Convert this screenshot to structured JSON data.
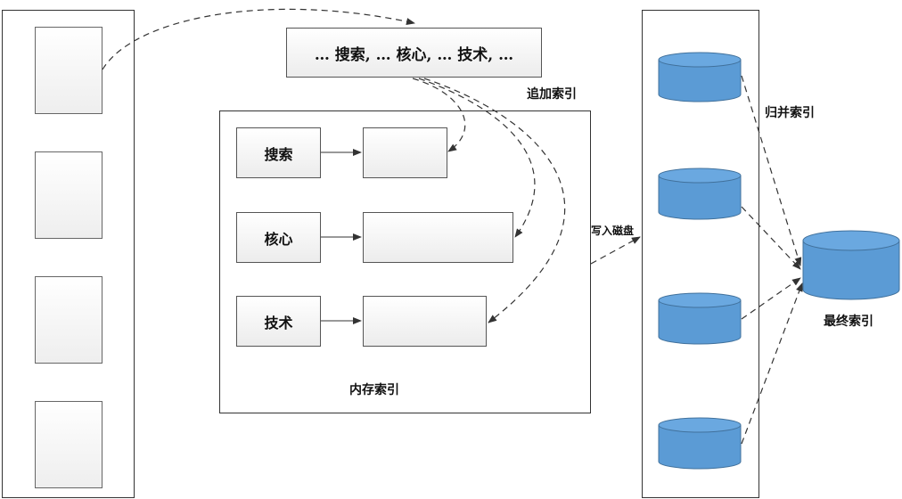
{
  "query_text": "… 搜索, … 核心, … 技术, …",
  "labels": {
    "append_index": "追加索引",
    "memory_index": "内存索引",
    "write_disk": "写入磁盘",
    "merge_index": "归并索引",
    "final_index": "最终索引"
  },
  "terms": [
    {
      "label": "搜索"
    },
    {
      "label": "核心"
    },
    {
      "label": "技术"
    }
  ],
  "documents_count": 4,
  "segments_count": 4,
  "colors": {
    "cylinder_fill": "#5b9bd5",
    "cylinder_stroke": "#41719c",
    "line": "#333333"
  }
}
